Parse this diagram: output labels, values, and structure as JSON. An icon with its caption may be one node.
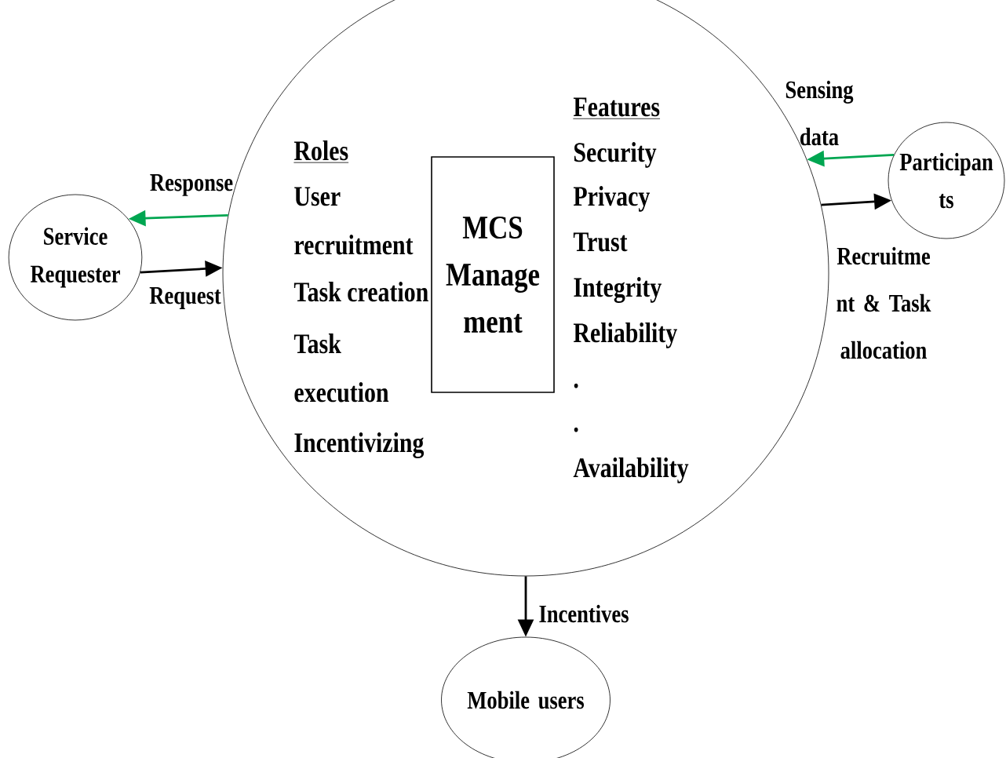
{
  "diagram": {
    "nodes": [
      {
        "text": [
          "Roles",
          "User recruitment",
          "Task creation",
          "Task execution",
          "Incentivizing",
          "Features",
          "Security",
          "Privacy",
          "Trust",
          "Integrity",
          "Reliability",
          ".",
          ".",
          "Availability"
        ]
      },
      {
        "text": [
          "MCS Manage ment"
        ],
        "in": 0
      },
      {
        "text": [
          "Service Requester"
        ]
      },
      {
        "text": [
          "Participan ts"
        ]
      },
      {
        "text": [
          "Mobile users"
        ]
      }
    ],
    "edges": [
      {
        "from": 0,
        "to": 2,
        "arrow": "to",
        "label": "Response",
        "color": "#00a651"
      },
      {
        "from": 2,
        "to": 0,
        "arrow": "to",
        "label": "Request"
      },
      {
        "from": 3,
        "to": 0,
        "arrow": "to",
        "label": "Sensing data",
        "color": "#00a651"
      },
      {
        "from": 0,
        "to": 3,
        "arrow": "to",
        "label": "Recruitme nt & Task allocation"
      },
      {
        "from": 0,
        "to": 4,
        "arrow": "to",
        "label": "Incentives"
      }
    ]
  }
}
